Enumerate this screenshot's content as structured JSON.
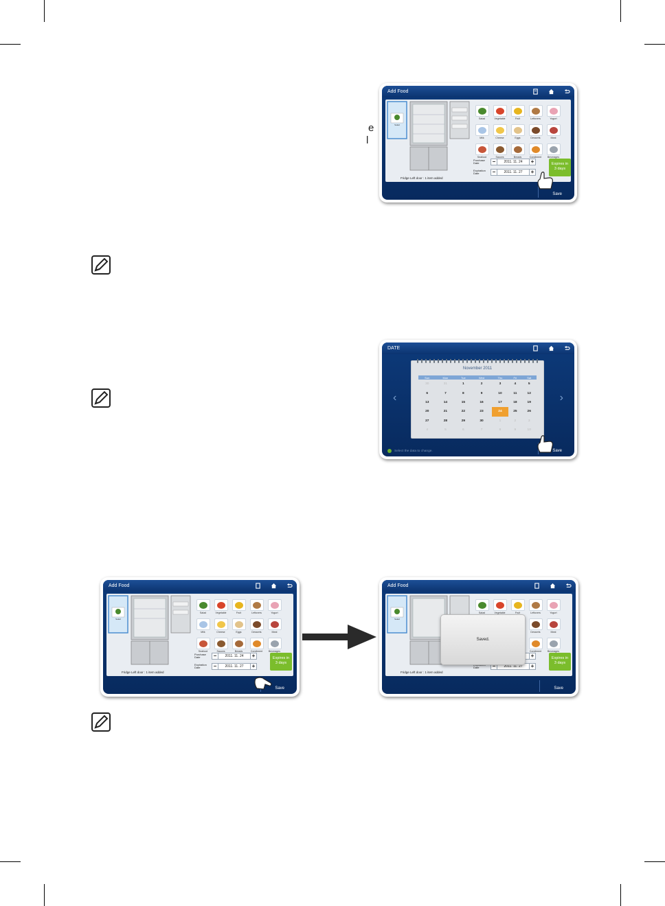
{
  "side_fragments": {
    "line1": "e",
    "line2": "l"
  },
  "colors": {
    "screen_blue": "#0d3a7a",
    "expires_green": "#7bbd2c",
    "calendar_highlight": "#f0a030",
    "note_icon_border": "#222222"
  },
  "icons": [
    "memo-icon",
    "home-icon",
    "back-icon",
    "note-pencil-icon",
    "hand-pointer-icon",
    "arrow-right-icon"
  ],
  "screen_add_food": {
    "title": "Add Food",
    "fridge_caption": "Fridge Left door : 1 item added",
    "selected_item": "Salad",
    "food_items": [
      "Salad",
      "Vegetable",
      "Fruit",
      "Leftovers",
      "Yogurt",
      "Milk",
      "Cheese",
      "Eggs",
      "Desserts",
      "Meat",
      "Seafood",
      "Sauces",
      "Breads",
      "Condiment",
      "Beverages"
    ],
    "purchase_label_1": "Purchase",
    "purchase_label_2": "Date",
    "purchase_date": "2011. 11. 24",
    "expiration_label_1": "Expiration",
    "expiration_label_2": "Date",
    "expiration_date": "2011. 11. 27",
    "minus": "−",
    "plus": "+",
    "expires_line1": "Expires in",
    "expires_line2": "3 days",
    "save_label": "Save"
  },
  "screen_date": {
    "title": "DATE",
    "month": "November 2011",
    "weekdays": [
      "Sun",
      "Mon",
      "Tue",
      "Wed",
      "Thu",
      "Fri",
      "Sat"
    ],
    "weeks": [
      [
        "30",
        "31",
        "1",
        "2",
        "3",
        "4",
        "5"
      ],
      [
        "6",
        "7",
        "8",
        "9",
        "10",
        "11",
        "12"
      ],
      [
        "13",
        "14",
        "15",
        "16",
        "17",
        "18",
        "19"
      ],
      [
        "20",
        "21",
        "22",
        "23",
        "24",
        "25",
        "26"
      ],
      [
        "27",
        "28",
        "29",
        "30",
        "1",
        "2",
        "3"
      ],
      [
        "4",
        "5",
        "6",
        "7",
        "8",
        "9",
        "10"
      ]
    ],
    "selected_day": "24",
    "nav_prev": "‹",
    "nav_next": "›",
    "tip": "Select the data to change.",
    "save_label": "Save"
  },
  "saved_popup": {
    "text": "Saved."
  }
}
